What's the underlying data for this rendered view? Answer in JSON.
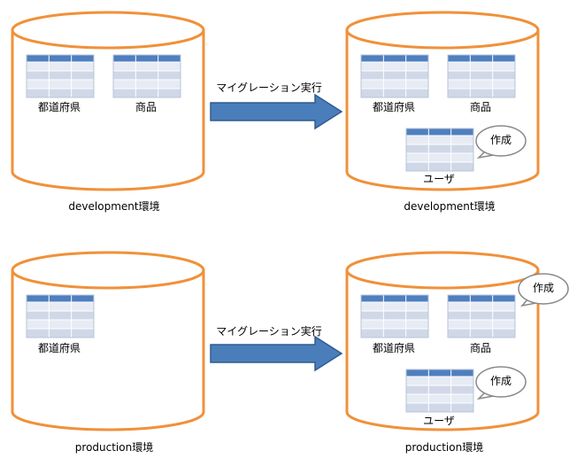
{
  "rows": [
    {
      "arrow_label": "マイグレーション実行",
      "before": {
        "env_label": "development環境",
        "tables": [
          "都道府県",
          "商品"
        ]
      },
      "after": {
        "env_label": "development環境",
        "tables": [
          "都道府県",
          "商品",
          "ユーザ"
        ],
        "callouts": [
          "作成"
        ]
      }
    },
    {
      "arrow_label": "マイグレーション実行",
      "before": {
        "env_label": "production環境",
        "tables": [
          "都道府県"
        ]
      },
      "after": {
        "env_label": "production環境",
        "tables": [
          "都道府県",
          "商品",
          "ユーザ"
        ],
        "callouts": [
          "作成",
          "作成"
        ]
      }
    }
  ],
  "colors": {
    "cylinder_stroke": "#f0913a",
    "table_header": "#4f7fbf",
    "table_row_light": "#e6ebf4",
    "table_row_mid": "#d0d8e8",
    "table_grid": "#ffffff",
    "arrow_fill": "#4a7ebb",
    "arrow_stroke": "#2f5a8f",
    "callout_stroke": "#888888"
  },
  "icons": [
    "db-cylinder-icon",
    "table-icon",
    "arrow-right-icon",
    "speech-bubble-icon"
  ]
}
